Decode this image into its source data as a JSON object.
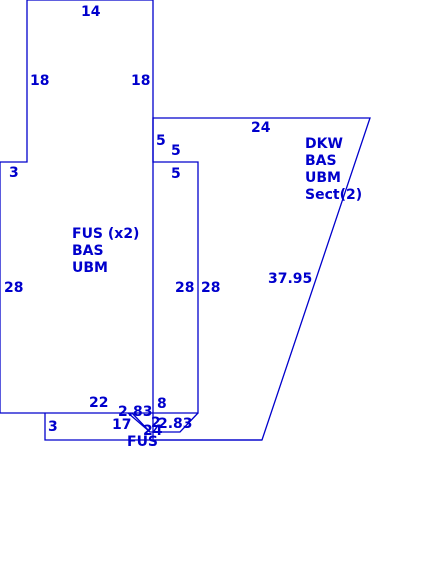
{
  "dimensions": {
    "main_top": "14",
    "main_upper_left": "18",
    "main_upper_right": "18",
    "main_step_left": "3",
    "main_left": "28",
    "main_right": "28",
    "main_bottom": "22",
    "main_step_right_a": "5",
    "main_step_right_b": "5",
    "main_step_right_c": "5",
    "deck_top": "24",
    "deck_diagonal": "37.95",
    "deck_left": "28",
    "bottom_strip_left": "3",
    "bottom_strip_a": "17",
    "bottom_strip_diag": "2.83",
    "bottom_strip_b": "8",
    "bottom_strip_c": "2",
    "bottom_strip_d": "24",
    "bottom_strip_e": "2.83"
  },
  "areas": {
    "main": [
      "FUS (x2)",
      "BAS",
      "UBM"
    ],
    "deck": [
      "DKW",
      "BAS",
      "UBM",
      "Sect(2)"
    ],
    "bottom": [
      "FUS"
    ]
  },
  "colors": {
    "line": "#0000cc",
    "background": "#ffffff"
  }
}
